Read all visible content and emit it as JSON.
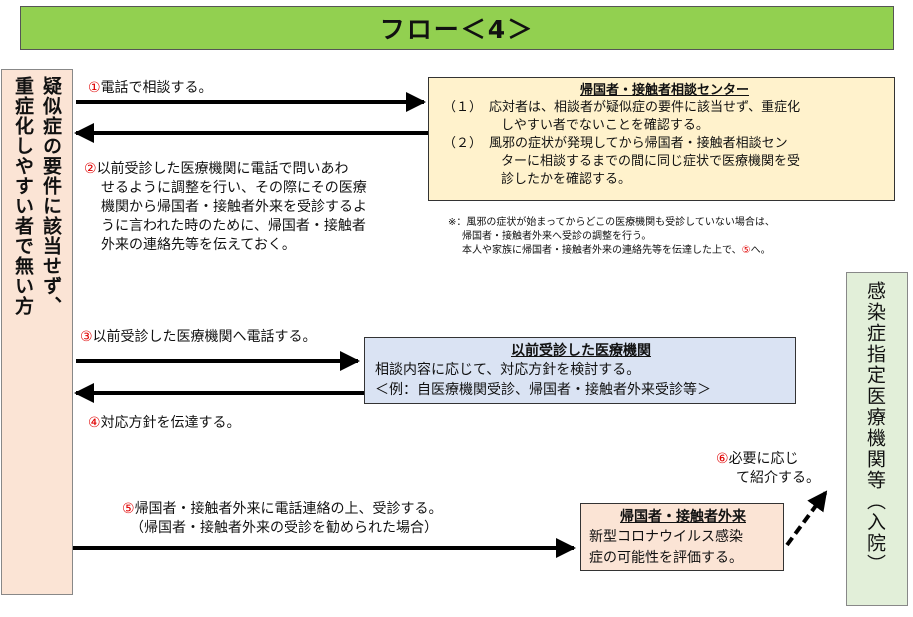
{
  "title": "フロー＜4＞",
  "left_box": {
    "lines": [
      "疑似症の要件に該当せず、",
      "重症化しやすい者で無い方"
    ]
  },
  "right_box": {
    "label": "感染症指定医療機関等（入院）"
  },
  "consult_center": {
    "title": "帰国者・接触者相談センター",
    "item1_num": "（１）",
    "item1_lines": [
      "応対者は、相談者が疑似症の要件に該当せず、重症化",
      "しやすい者でないことを確認する。"
    ],
    "item2_num": "（２）",
    "item2_lines": [
      "風邪の症状が発現してから帰国者・接触者相談セン",
      "ターに相談するまでの間に同じ症状で医療機関を受",
      "診したかを確認する。"
    ]
  },
  "note": {
    "lines": [
      "※：風邪の症状が始まってからどこの医療機関も受診していない場合は、",
      "帰国者・接触者外来へ受診の調整を行う。",
      "本人や家族に帰国者・接触者外来の連絡先等を伝達した上で、"
    ],
    "ref": "⑤",
    "tail": "へ。"
  },
  "previous_clinic": {
    "title": "以前受診した医療機関",
    "lines": [
      "相談内容に応じて、対応方針を検討する。",
      "＜例：自医療機関受診、帰国者・接触者外来受診等＞"
    ]
  },
  "outpatient": {
    "title": "帰国者・接触者外来",
    "lines": [
      "新型コロナウイルス感染",
      "症の可能性を評価する。"
    ]
  },
  "steps": {
    "s1": {
      "num": "①",
      "text": "電話で相談する。"
    },
    "s2": {
      "num": "②",
      "lines": [
        "以前受診した医療機関に電話で問いあわ",
        "せるように調整を行い、その際にその医療",
        "機関から帰国者・接触者外来を受診するよ",
        "うに言われた時のために、帰国者・接触者",
        "外来の連絡先等を伝えておく。"
      ]
    },
    "s3": {
      "num": "③",
      "text": "以前受診した医療機関へ電話する。"
    },
    "s4": {
      "num": "④",
      "text": "対応方針を伝達する。"
    },
    "s5": {
      "num": "⑤",
      "text": "帰国者・接触者外来に電話連絡の上、受診する。",
      "sub": "（帰国者・接触者外来の受診を勧められた場合）"
    },
    "s6": {
      "num": "⑥",
      "lines": [
        "必要に応じ",
        "て紹介する。"
      ]
    }
  },
  "colors": {
    "title_bg": "#92d050",
    "left_bg": "#fbe4d5",
    "right_bg": "#e2efd9",
    "center_bg": "#fff2cc",
    "clinic_bg": "#dae3f3",
    "outpatient_bg": "#fbe4d5",
    "step_number": "#e00000"
  }
}
